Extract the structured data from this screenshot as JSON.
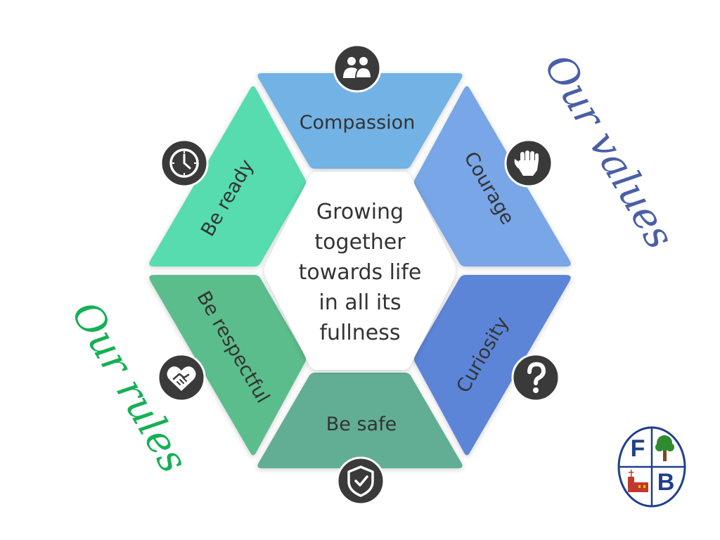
{
  "center": {
    "lines": [
      "Growing",
      "together",
      "towards life",
      "in all its",
      "fullness"
    ]
  },
  "values": {
    "heading": "Our values",
    "color": "#4a5fa8",
    "items": [
      {
        "label": "Compassion",
        "icon": "people-icon",
        "color": "#73b2e4"
      },
      {
        "label": "Courage",
        "icon": "raised-fist-icon",
        "color": "#78a6e6"
      },
      {
        "label": "Curiosity",
        "icon": "question-mark-icon",
        "color": "#5b85d8"
      }
    ]
  },
  "rules": {
    "heading": "Our rules",
    "color": "#16b055",
    "items": [
      {
        "label": "Be safe",
        "icon": "shield-check-icon",
        "color": "#62ae94"
      },
      {
        "label": "Be respectful",
        "icon": "handshake-heart-icon",
        "color": "#5cbd8c"
      },
      {
        "label": "Be ready",
        "icon": "clock-icon",
        "color": "#56dcae"
      }
    ]
  },
  "logo": {
    "letters": [
      "F",
      "B"
    ],
    "icons": [
      "tree-icon",
      "church-icon"
    ],
    "colors": {
      "ring": "#1f3e8c",
      "letter": "#1f3e8c",
      "tree": "#2e8b2e",
      "church": "#c0392b"
    }
  }
}
